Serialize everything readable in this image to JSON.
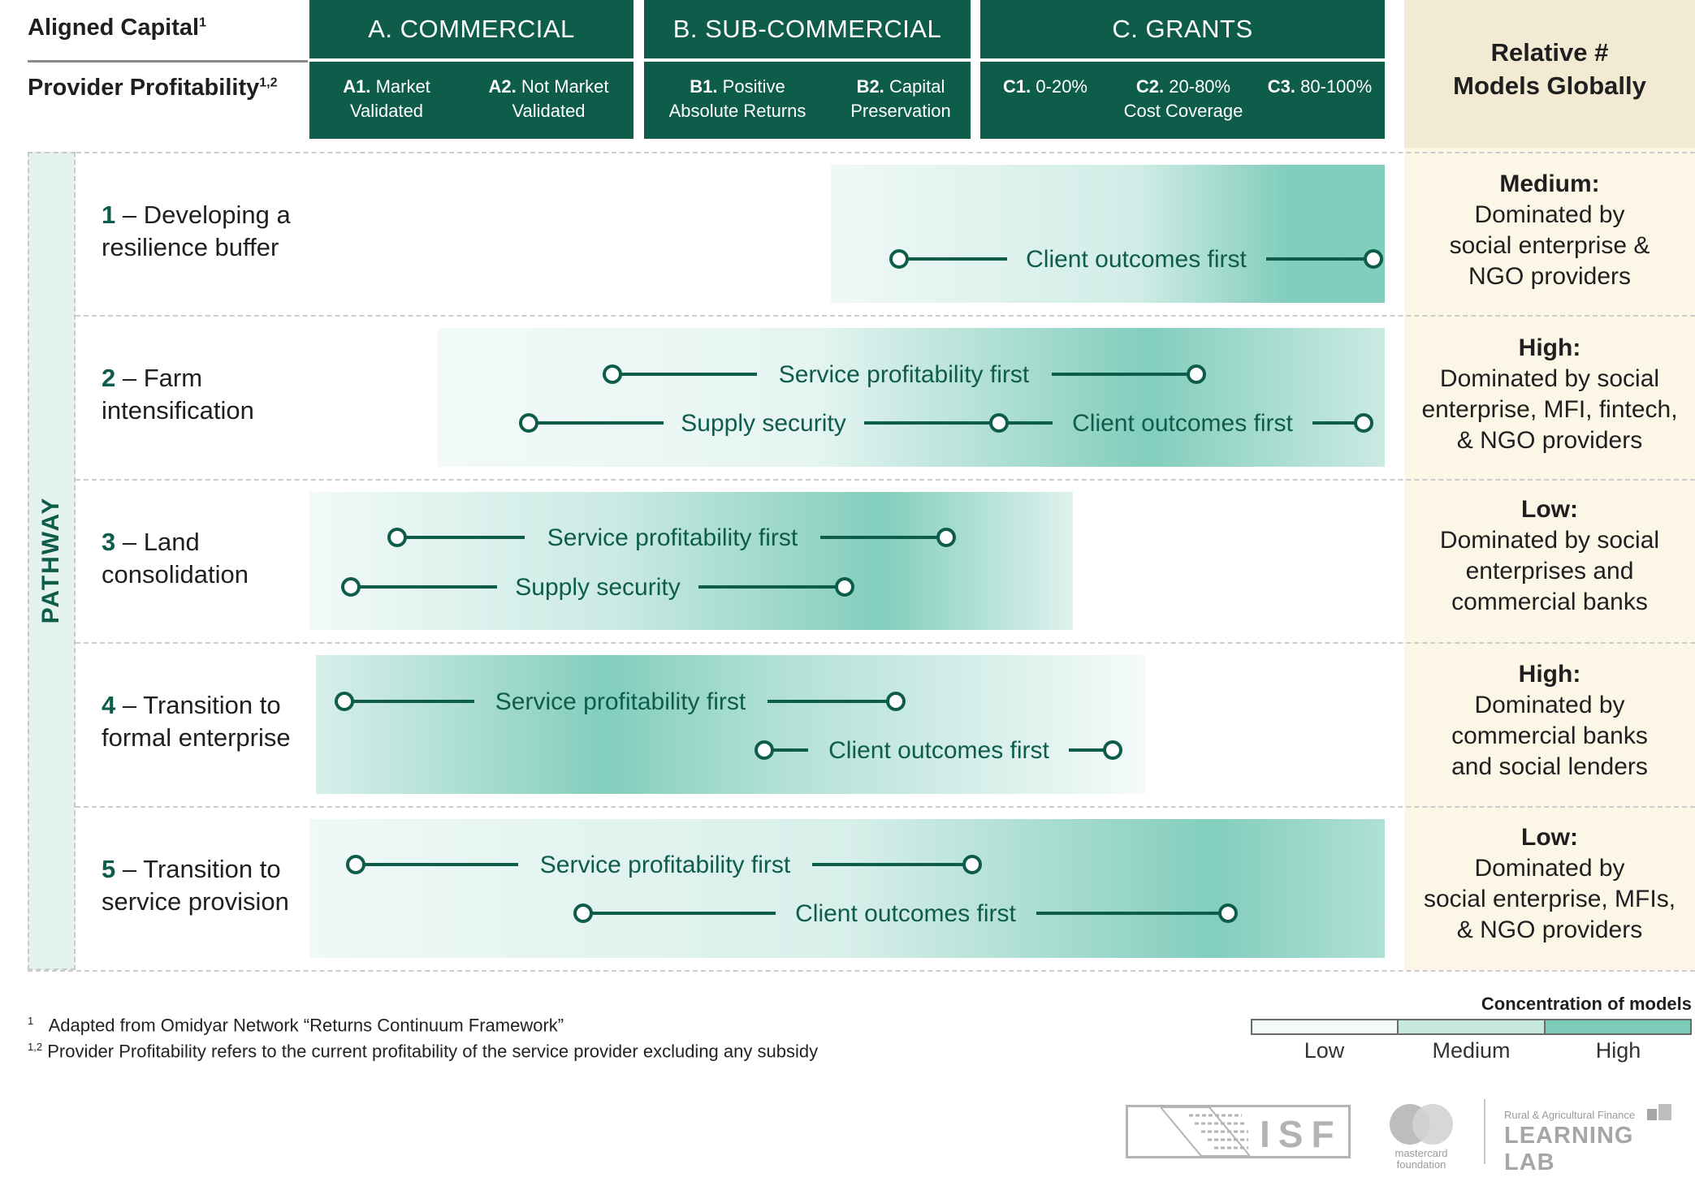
{
  "header": {
    "aligned_capital": "Aligned Capital",
    "aligned_capital_sup": "1",
    "provider_profitability": "Provider Profitability",
    "provider_profitability_sup": "1,2",
    "columns": [
      {
        "title": "A. COMMERCIAL",
        "subs": [
          {
            "code": "A1.",
            "l1": "Market",
            "l2": "Validated"
          },
          {
            "code": "A2.",
            "l1": "Not Market",
            "l2": "Validated"
          }
        ]
      },
      {
        "title": "B. SUB-COMMERCIAL",
        "subs": [
          {
            "code": "B1.",
            "l1": "Positive",
            "l2": "Absolute Returns"
          },
          {
            "code": "B2.",
            "l1": "Capital",
            "l2": "Preservation"
          }
        ]
      },
      {
        "title": "C. GRANTS",
        "subs": [
          {
            "code": "C1.",
            "l1": "0-20%",
            "l2": ""
          },
          {
            "code": "C2.",
            "l1": "20-80%",
            "l2": "Cost Coverage"
          },
          {
            "code": "C3.",
            "l1": "80-100%",
            "l2": ""
          }
        ]
      }
    ],
    "relative_title_l1": "Relative #",
    "relative_title_l2": "Models Globally"
  },
  "pathway_label": "PATHWAY",
  "pathways": [
    {
      "num": "1",
      "sep": " – ",
      "l1": "Developing a",
      "l2": "resilience buffer",
      "rel_level": "Medium:",
      "rel_lines": [
        "Dominated by",
        "social enterprise &",
        "NGO providers"
      ],
      "lines": [
        {
          "label": "Client outcomes first"
        }
      ]
    },
    {
      "num": "2",
      "sep": " – ",
      "l1": "Farm",
      "l2": "intensification",
      "rel_level": "High:",
      "rel_lines": [
        "Dominated by social",
        "enterprise, MFI, fintech,",
        "& NGO providers"
      ],
      "lines": [
        {
          "label": "Service profitability first"
        },
        {
          "label": "Supply security"
        },
        {
          "label": "Client outcomes first"
        }
      ]
    },
    {
      "num": "3",
      "sep": " – ",
      "l1": "Land",
      "l2": "consolidation",
      "rel_level": "Low:",
      "rel_lines": [
        "Dominated by social",
        "enterprises and",
        "commercial banks"
      ],
      "lines": [
        {
          "label": "Service profitability first"
        },
        {
          "label": "Supply security"
        }
      ]
    },
    {
      "num": "4",
      "sep": " – ",
      "l1": "Transition to",
      "l2": "formal enterprise",
      "rel_level": "High:",
      "rel_lines": [
        "Dominated by",
        "commercial banks",
        "and social lenders"
      ],
      "lines": [
        {
          "label": "Service profitability first"
        },
        {
          "label": "Client outcomes first"
        }
      ]
    },
    {
      "num": "5",
      "sep": " – ",
      "l1": "Transition to",
      "l2": "service provision",
      "rel_level": "Low:",
      "rel_lines": [
        "Dominated by",
        "social enterprise, MFIs,",
        "& NGO providers"
      ],
      "lines": [
        {
          "label": "Service profitability first"
        },
        {
          "label": "Client outcomes first"
        }
      ]
    }
  ],
  "footnotes": {
    "n1_mark": "1",
    "n1_text": "Adapted from Omidyar Network “Returns Continuum Framework”",
    "n2_mark": "1,2",
    "n2_text": "Provider Profitability refers to the current profitability of the service provider excluding any subsidy"
  },
  "legend": {
    "title": "Concentration of models",
    "levels": [
      "Low",
      "Medium",
      "High"
    ]
  },
  "logos": {
    "isf": "ISF",
    "mastercard_l1": "mastercard",
    "mastercard_l2": "foundation",
    "lab_small": "Rural & Agricultural Finance",
    "lab_big": "LEARNING LAB"
  },
  "colors": {
    "dark_green": "#0e5c4a",
    "teal_high": "#7ccbb9",
    "teal_light": "#eaf6f2",
    "cream": "#fbf6e6"
  }
}
